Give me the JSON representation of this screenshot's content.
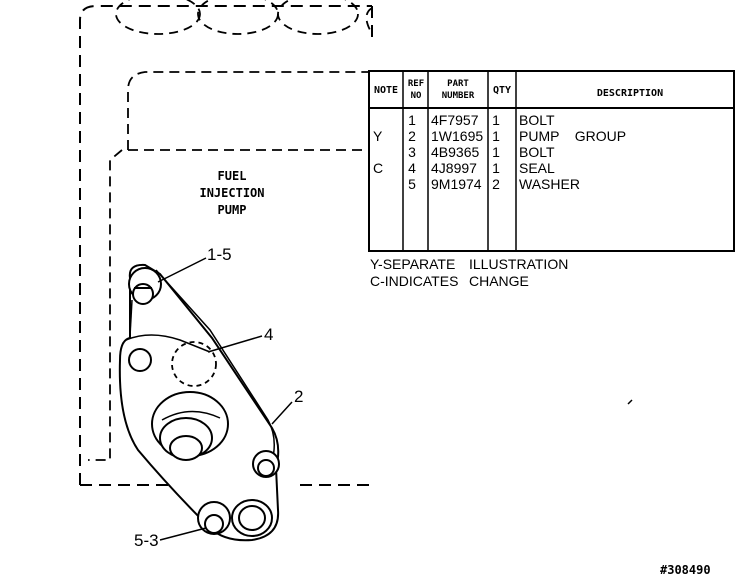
{
  "diagram": {
    "pump_label": [
      "FUEL",
      "INJECTION",
      "PUMP"
    ],
    "callouts": {
      "c1": "1-5",
      "c4": "4",
      "c2": "2",
      "c53": "5-3"
    },
    "figure_number": "#308490"
  },
  "parts_table": {
    "headers": {
      "note": "NOTE",
      "ref_no": [
        "REF",
        "NO"
      ],
      "part_number": [
        "PART",
        "NUMBER"
      ],
      "qty": "QTY",
      "description": "DESCRIPTION"
    },
    "rows": [
      {
        "note": "",
        "ref": "1",
        "part": "4F7957",
        "qty": "1",
        "desc": "BOLT"
      },
      {
        "note": "Y",
        "ref": "2",
        "part": "1W1695",
        "qty": "1",
        "desc": "PUMP    GROUP"
      },
      {
        "note": "",
        "ref": "3",
        "part": "4B9365",
        "qty": "1",
        "desc": "BOLT"
      },
      {
        "note": "C",
        "ref": "4",
        "part": "4J8997",
        "qty": "1",
        "desc": "SEAL"
      },
      {
        "note": "",
        "ref": "5",
        "part": "9M1974",
        "qty": "2",
        "desc": "WASHER"
      }
    ],
    "legend": [
      {
        "code": "Y-SEPARATE",
        "meaning": "ILLUSTRATION"
      },
      {
        "code": "C-INDICATES",
        "meaning": "CHANGE"
      }
    ]
  }
}
